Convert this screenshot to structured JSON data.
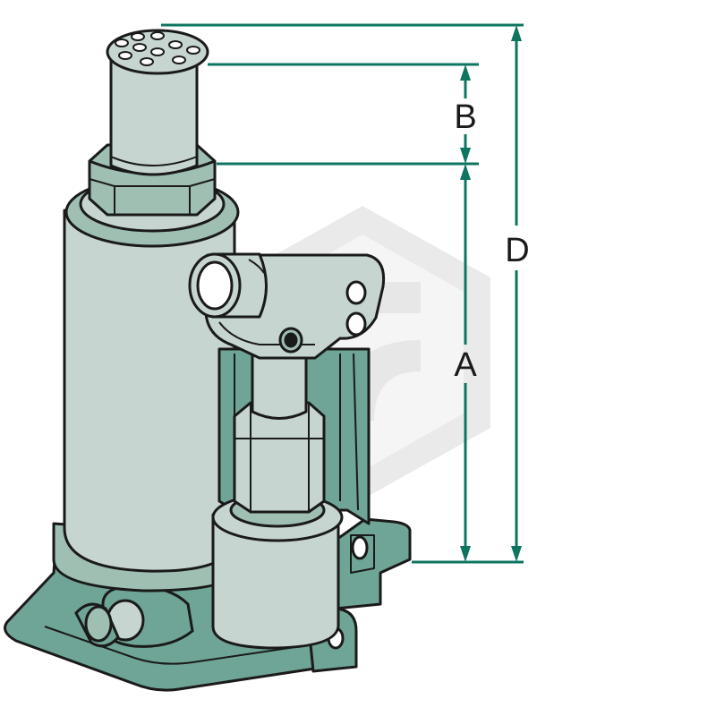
{
  "colors": {
    "body": "#c6d5cf",
    "body_shade": "#9fbfb3",
    "base": "#6fa596",
    "outline": "#1a1a1a",
    "dimension": "#0d7560",
    "watermark": "#d6d6d6",
    "background": "#ffffff"
  },
  "dimensions": {
    "a": "A",
    "b": "B",
    "d": "D"
  },
  "illustration": {
    "icon": "bottle-jack-icon",
    "watermark_icon": "hexagon-logo-watermark-icon"
  }
}
